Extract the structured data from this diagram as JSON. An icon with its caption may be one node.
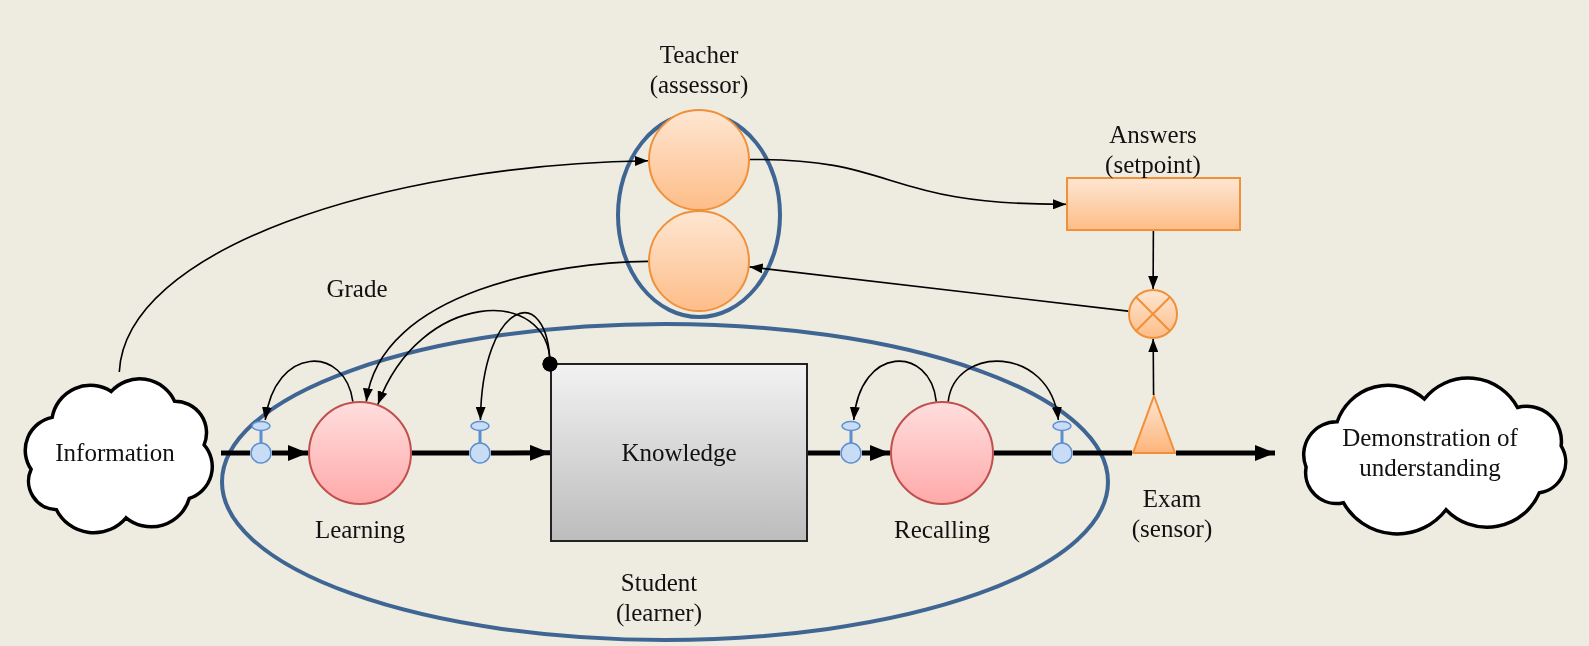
{
  "diagram": {
    "nodes": [
      {
        "text": [
          "Teacher (assessor)"
        ]
      },
      {
        "text": [],
        "shape": "circle",
        "in": 0
      },
      {
        "text": [],
        "shape": "circle",
        "in": 0
      },
      {
        "text": [
          "Answers (setpoint)"
        ]
      },
      {
        "text": [],
        "shape": "circle"
      },
      {
        "text": [
          "Information"
        ]
      },
      {
        "text": [
          "Student (learner)"
        ]
      },
      {
        "text": [],
        "shape": "valve",
        "in": 6
      },
      {
        "text": [
          "Learning"
        ],
        "in": 6
      },
      {
        "text": [],
        "shape": "valve",
        "in": 6
      },
      {
        "text": [
          "Knowledge"
        ],
        "in": 6
      },
      {
        "text": [],
        "shape": "valve",
        "in": 6
      },
      {
        "text": [
          "Recalling"
        ],
        "in": 6
      },
      {
        "text": [],
        "shape": "valve",
        "in": 6
      },
      {
        "text": [
          "Exam (sensor)"
        ]
      },
      {
        "text": [
          "Demonstration of understanding"
        ]
      }
    ],
    "edges": [
      {
        "from": 5,
        "to": 7,
        "arrow": "none",
        "style": "thick"
      },
      {
        "from": 7,
        "to": 8,
        "arrow": "to",
        "style": "thick"
      },
      {
        "from": 8,
        "to": 9,
        "arrow": "none",
        "style": "thick"
      },
      {
        "from": 9,
        "to": 10,
        "arrow": "to",
        "style": "thick"
      },
      {
        "from": 10,
        "to": 11,
        "arrow": "none",
        "style": "thick"
      },
      {
        "from": 11,
        "to": 12,
        "arrow": "to",
        "style": "thick"
      },
      {
        "from": 12,
        "to": 13,
        "arrow": "none",
        "style": "thick"
      },
      {
        "from": 13,
        "to": 14,
        "arrow": "none",
        "style": "thick"
      },
      {
        "from": 14,
        "to": 15,
        "arrow": "to",
        "style": "thick"
      },
      {
        "from": 8,
        "to": 7,
        "arrow": "to"
      },
      {
        "from": 10,
        "to": 8,
        "arrow": "to"
      },
      {
        "from": 10,
        "to": 9,
        "arrow": "to"
      },
      {
        "from": 2,
        "to": 8,
        "arrow": "to",
        "label": "Grade"
      },
      {
        "from": 5,
        "to": 1,
        "arrow": "to"
      },
      {
        "from": 1,
        "to": 3,
        "arrow": "to"
      },
      {
        "from": 3,
        "to": 4,
        "arrow": "to"
      },
      {
        "from": 4,
        "to": 2,
        "arrow": "to"
      },
      {
        "from": 14,
        "to": 4,
        "arrow": "to"
      },
      {
        "from": 12,
        "to": 11,
        "arrow": "to"
      },
      {
        "from": 12,
        "to": 13,
        "arrow": "to"
      }
    ]
  }
}
